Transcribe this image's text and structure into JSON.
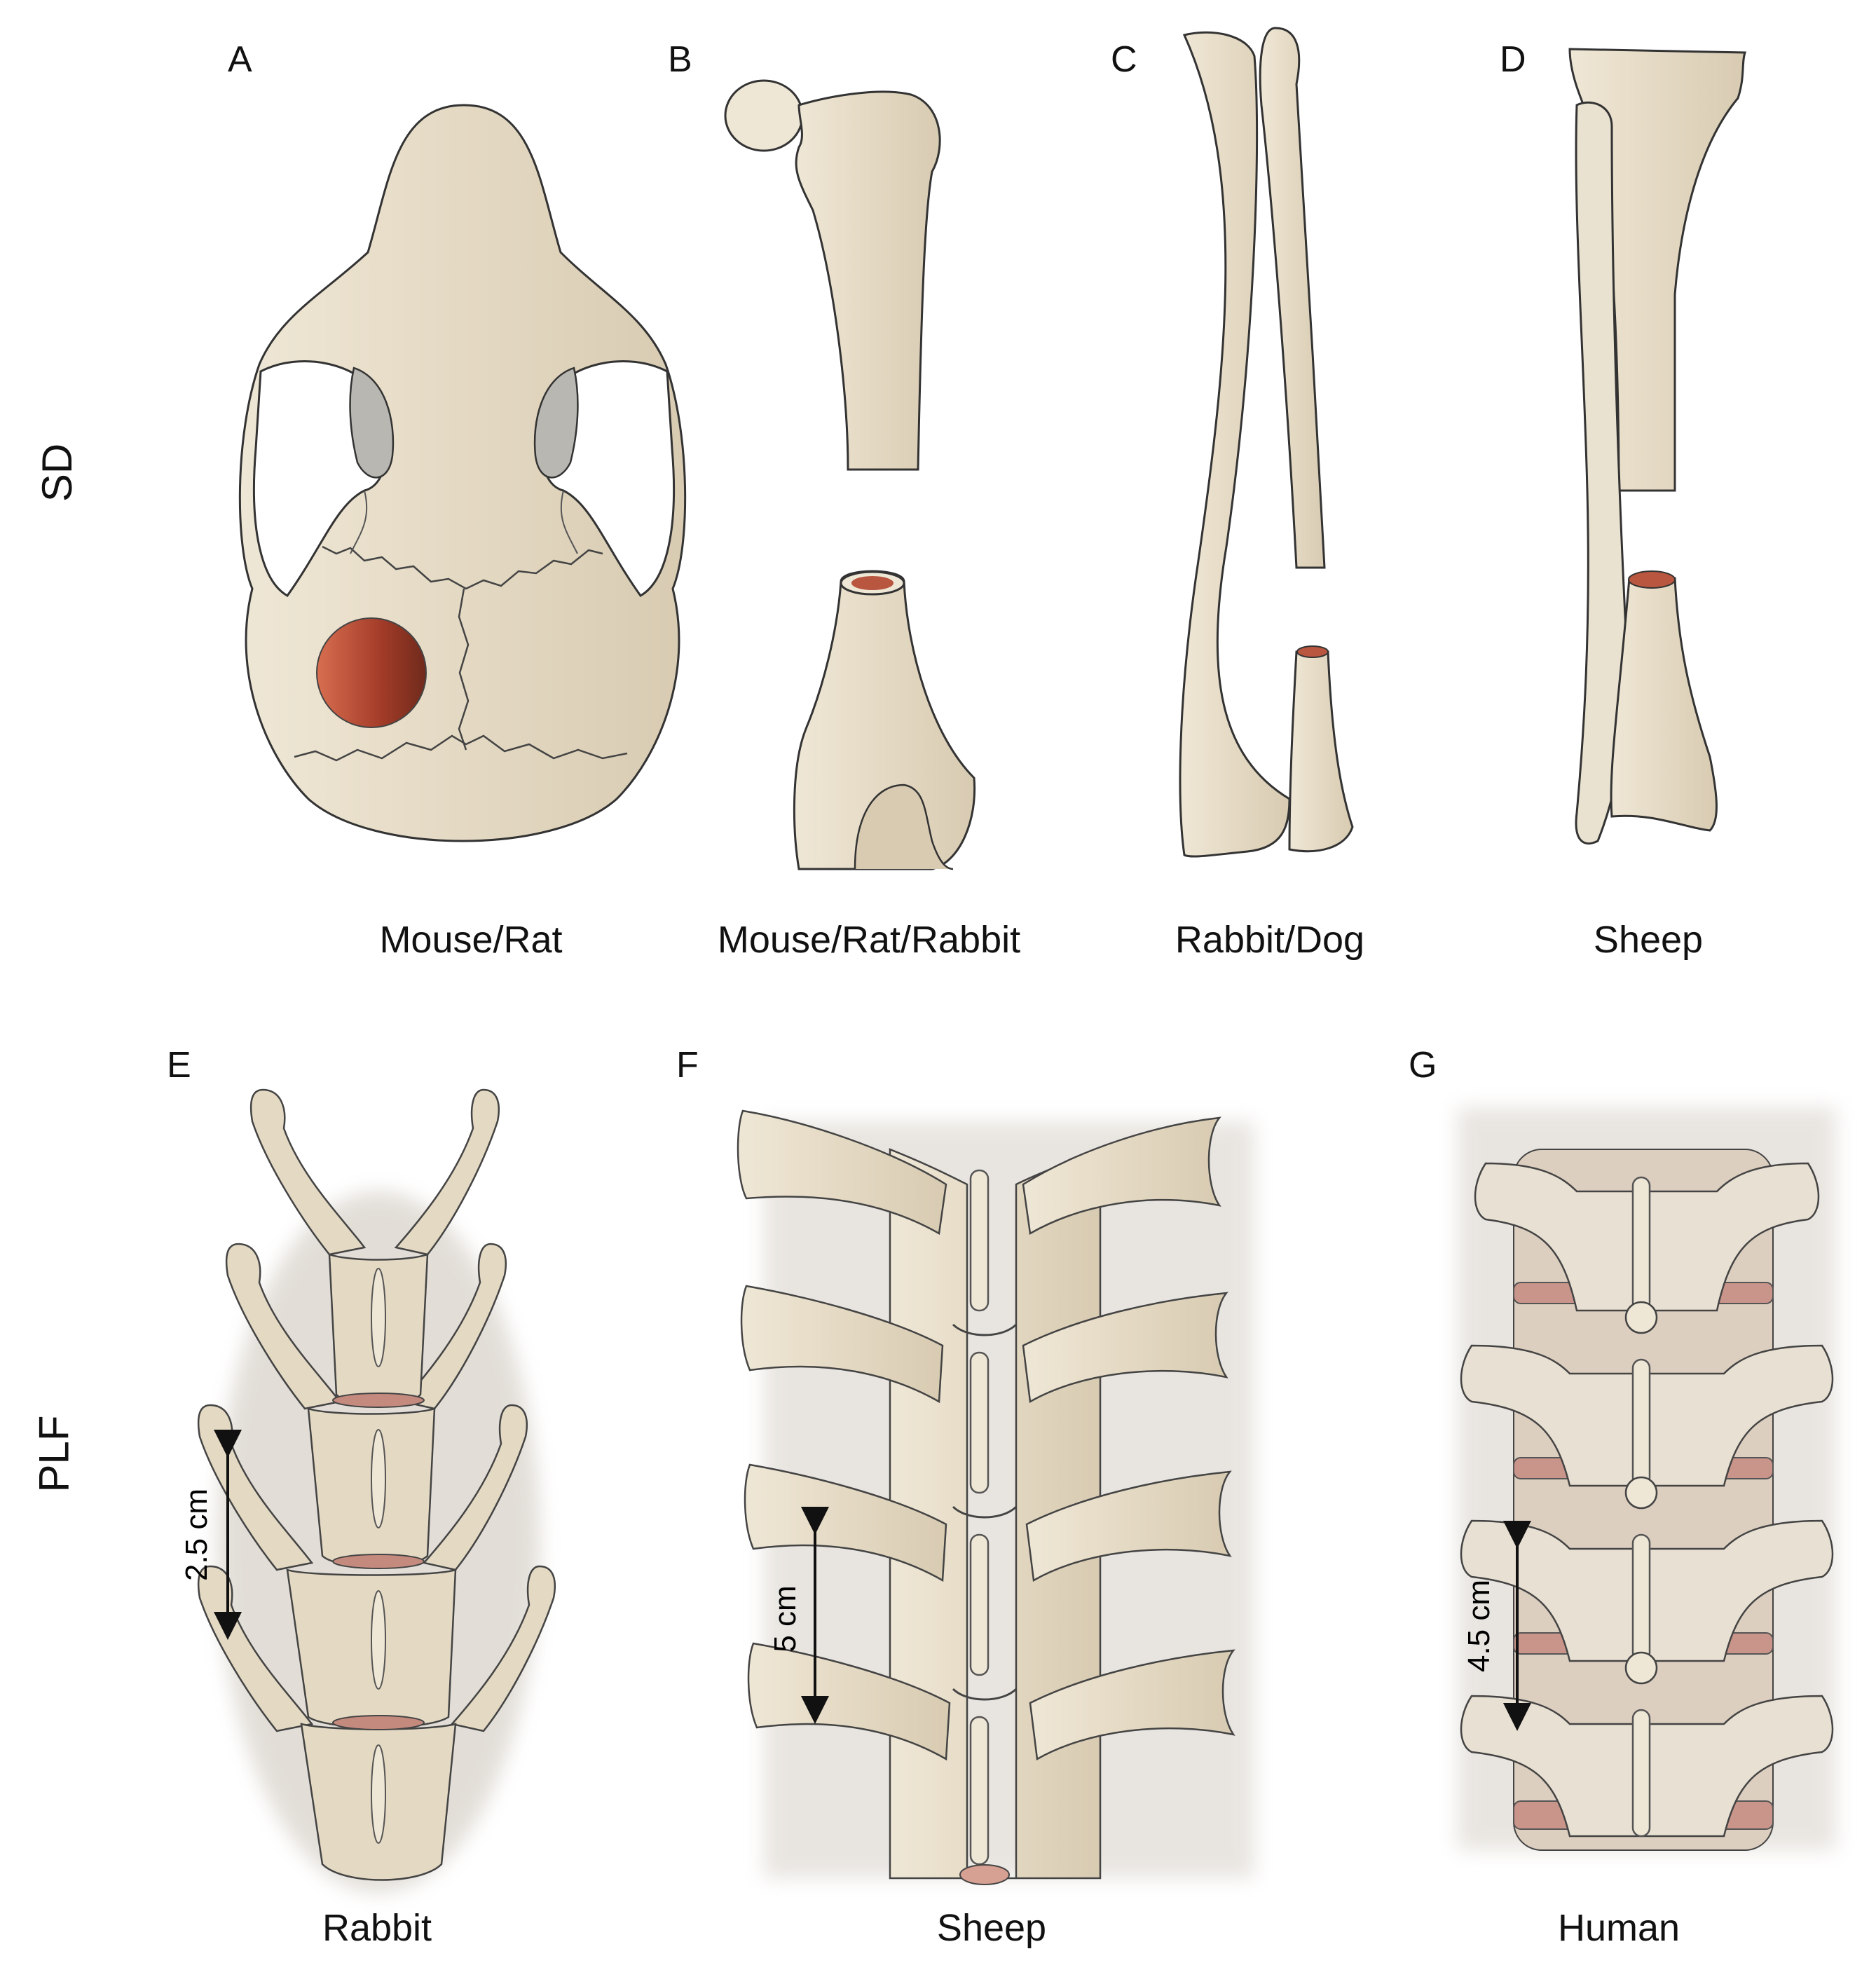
{
  "rows": {
    "top": "SD",
    "bottom": "PLF"
  },
  "panels": [
    {
      "letter": "A",
      "caption": "Mouse/Rat"
    },
    {
      "letter": "B",
      "caption": "Mouse/Rat/Rabbit"
    },
    {
      "letter": "C",
      "caption": "Rabbit/Dog"
    },
    {
      "letter": "D",
      "caption": "Sheep"
    },
    {
      "letter": "E",
      "caption": "Rabbit",
      "measure": "2.5 cm"
    },
    {
      "letter": "F",
      "caption": "Sheep",
      "measure": "5 cm"
    },
    {
      "letter": "G",
      "caption": "Human",
      "measure": "4.5 cm"
    }
  ],
  "colors": {
    "bone": "#e6dcc8",
    "bone_shadow": "#cfc2a8",
    "outline": "#3a3a3a",
    "defect": "#a9432c",
    "disc": "#b98478",
    "orbit": "#b9b7b2"
  }
}
